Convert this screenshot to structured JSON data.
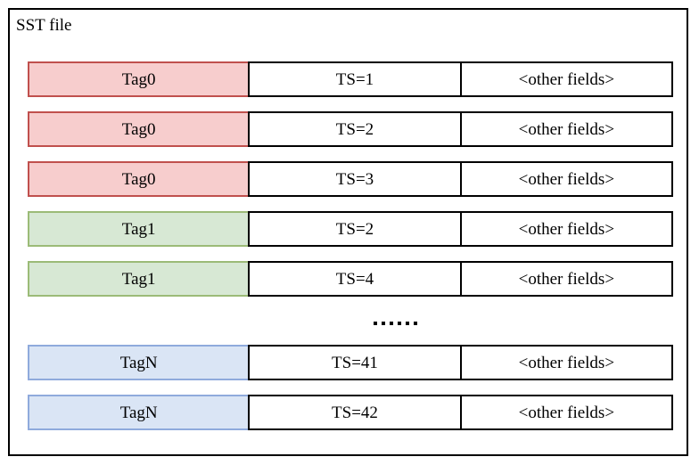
{
  "diagram": {
    "title": "SST file",
    "columns": [
      "tag",
      "timestamp",
      "other_fields"
    ],
    "other_fields_label": "<other fields>",
    "ellipsis": "......",
    "colors": {
      "red_fill": "#F7CDCD",
      "red_border": "#C0504D",
      "green_fill": "#D7E8D4",
      "green_border": "#9BBB77",
      "blue_fill": "#DAE5F5",
      "blue_border": "#8FAADC",
      "cell_border": "#000000",
      "background": "#FFFFFF"
    },
    "rows": [
      {
        "tag": "Tag0",
        "ts": "TS=1",
        "other": "<other fields>",
        "color": "red"
      },
      {
        "tag": "Tag0",
        "ts": "TS=2",
        "other": "<other fields>",
        "color": "red"
      },
      {
        "tag": "Tag0",
        "ts": "TS=3",
        "other": "<other fields>",
        "color": "red"
      },
      {
        "tag": "Tag1",
        "ts": "TS=2",
        "other": "<other fields>",
        "color": "green"
      },
      {
        "tag": "Tag1",
        "ts": "TS=4",
        "other": "<other fields>",
        "color": "green"
      },
      {
        "tag": "TagN",
        "ts": "TS=41",
        "other": "<other fields>",
        "color": "blue"
      },
      {
        "tag": "TagN",
        "ts": "TS=42",
        "other": "<other fields>",
        "color": "blue"
      }
    ]
  }
}
